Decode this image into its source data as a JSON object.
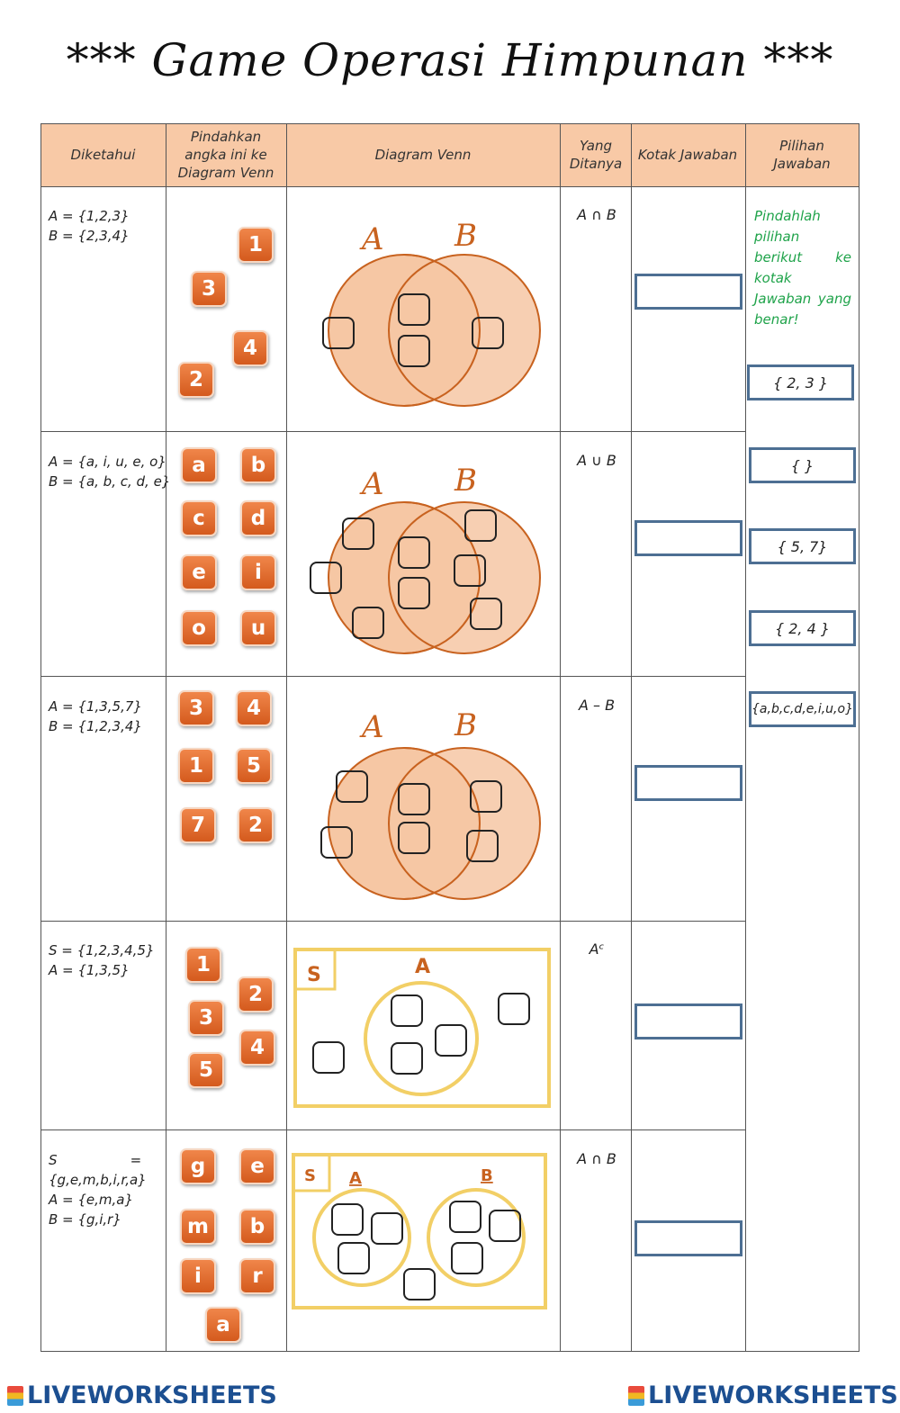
{
  "title": "*** Game Operasi Himpunan ***",
  "headers": {
    "given": "Diketahui",
    "move": "Pindahkan angka ini ke Diagram Venn",
    "venn": "Diagram Venn",
    "asked": "Yang Ditanya",
    "answer_box": "Kotak Jawaban",
    "choices": "Pilihan Jawaban"
  },
  "rows": [
    {
      "given": [
        "A = {1,2,3}",
        "B = {2,3,4}"
      ],
      "tiles": [
        "1",
        "3",
        "4",
        "2"
      ],
      "set_labels": [
        "A",
        "B"
      ],
      "asked": "A ∩ B"
    },
    {
      "given": [
        "A = {a, i, u, e, o}",
        "B = {a, b, c, d, e}"
      ],
      "tiles": [
        "a",
        "b",
        "c",
        "d",
        "e",
        "i",
        "o",
        "u"
      ],
      "set_labels": [
        "A",
        "B"
      ],
      "asked": "A ∪ B"
    },
    {
      "given": [
        "A = {1,3,5,7}",
        "B = {1,2,3,4}"
      ],
      "tiles": [
        "3",
        "4",
        "1",
        "5",
        "7",
        "2"
      ],
      "set_labels": [
        "A",
        "B"
      ],
      "asked": "A – B"
    },
    {
      "given": [
        "S = {1,2,3,4,5}",
        "A = {1,3,5}"
      ],
      "tiles": [
        "1",
        "2",
        "3",
        "4",
        "5"
      ],
      "set_labels": [
        "S",
        "A"
      ],
      "asked": "Aᶜ"
    },
    {
      "given": [
        "S                 =",
        "{g,e,m,b,i,r,a}",
        "A = {e,m,a}",
        "B = {g,i,r}"
      ],
      "tiles": [
        "g",
        "e",
        "m",
        "b",
        "i",
        "r",
        "a"
      ],
      "set_labels": [
        "S",
        "A",
        "B"
      ],
      "asked": "A ∩ B"
    }
  ],
  "instruction": "Pindahlah pilihan berikut ke kotak Jawaban yang benar!",
  "choices": [
    "{ 2, 3 }",
    "{   }",
    "{ 5, 7}",
    "{ 2, 4 }",
    "{a,b,c,d,e,i,u,o}"
  ],
  "footer": {
    "left_logo": "LIVEWORKSHEETS",
    "right_logo": "LIVEWORKSHEETS"
  },
  "colors": {
    "header_bg": "#f8c9a6",
    "tile": "#e06a2c",
    "venn_fill": "#f6c7a4",
    "venn_stroke": "#c8621f",
    "universe_stroke": "#f2cf66",
    "answer_border": "#4d6f93",
    "instruction_text": "#1fa34a"
  }
}
